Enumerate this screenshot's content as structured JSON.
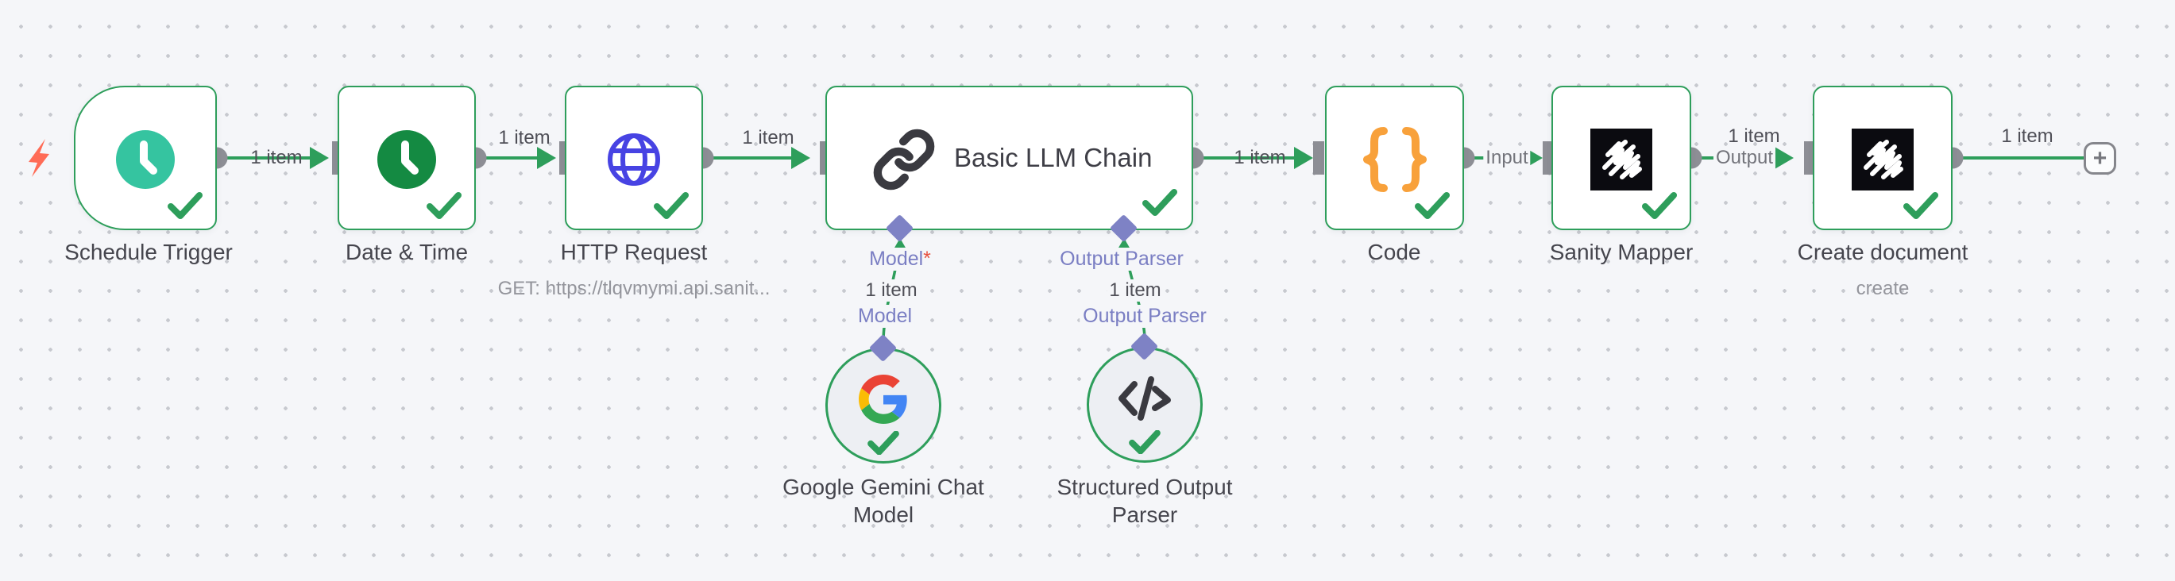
{
  "app": {
    "title": "n8n workflow canvas"
  },
  "canvas": {
    "background": "#f5f6f9",
    "accent_green": "#2e9e5b",
    "connector_gray": "#8d8e95",
    "sub_connector_purple": "#7e82c5",
    "trigger_bolt_color": "#ff6c57"
  },
  "nodes": [
    {
      "id": "schedule-trigger",
      "label": "Schedule Trigger",
      "icon": "clock-icon",
      "icon_color": "#35c4a0",
      "status": "success"
    },
    {
      "id": "date-time",
      "label": "Date & Time",
      "icon": "clock-icon",
      "icon_color": "#148a42",
      "status": "success"
    },
    {
      "id": "http-request",
      "label": "HTTP Request",
      "subtitle": "GET: https://tlqvmymi.api.sanit...",
      "icon": "globe-icon",
      "icon_color": "#4743e3",
      "status": "success"
    },
    {
      "id": "basic-llm-chain",
      "label": "Basic LLM Chain",
      "icon": "chain-link-icon",
      "icon_color": "#3a3a40",
      "status": "success"
    },
    {
      "id": "code",
      "label": "Code",
      "icon": "curly-braces-icon",
      "icon_color": "#f8a13b",
      "status": "success"
    },
    {
      "id": "sanity-mapper",
      "label": "Sanity Mapper",
      "icon": "sanity-logo-icon",
      "status": "success"
    },
    {
      "id": "create-document",
      "label": "Create document",
      "subtitle": "create",
      "icon": "sanity-logo-icon",
      "status": "success"
    },
    {
      "id": "google-gemini-chat-model",
      "label": "Google Gemini Chat",
      "label_line2": "Model",
      "icon": "google-g-icon",
      "status": "success"
    },
    {
      "id": "structured-output-parser",
      "label": "Structured Output",
      "label_line2": "Parser",
      "icon": "code-tag-icon",
      "status": "success"
    }
  ],
  "edges": {
    "schedule_to_datetime": "1 item",
    "datetime_to_http": "1 item",
    "http_to_llm": "1 item",
    "llm_to_code": "1 item",
    "code_to_sanity_port": "Input",
    "sanity_to_create_items": "1 item",
    "sanity_output_port": "Output",
    "create_to_next": "1 item"
  },
  "sub_connections": {
    "model_port": "Model",
    "model_required": "*",
    "model_items": "1 item",
    "model_link_label": "Model",
    "parser_port": "Output Parser",
    "parser_items": "1 item",
    "parser_link_label": "Output Parser"
  },
  "controls": {
    "add_node": "+"
  }
}
